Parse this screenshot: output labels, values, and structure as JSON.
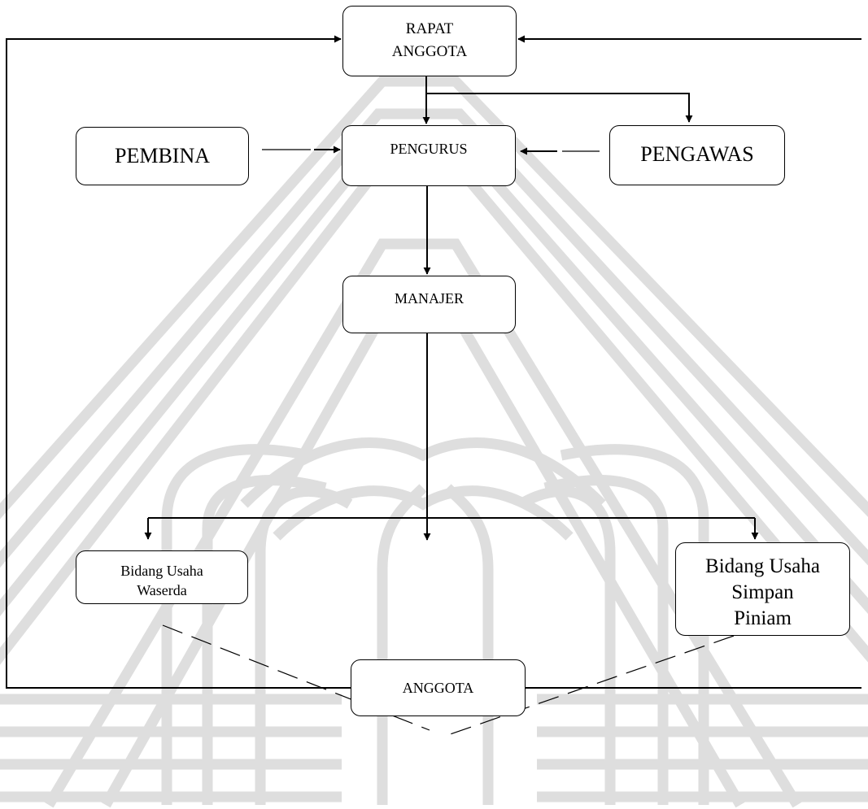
{
  "diagram": {
    "boxes": {
      "rapat_anggota": "RAPAT\nANGGOTA",
      "pembina": "PEMBINA",
      "pengurus": "PENGURUS",
      "pengawas": "PENGAWAS",
      "manajer": "MANAJER",
      "bidang_waserda": "Bidang Usaha\nWaserda",
      "bidang_simpan_pinjam": "Bidang Usaha\nSimpan\nPiniam",
      "anggota": "ANGGOTA"
    },
    "colors": {
      "line": "#000000",
      "watermark": "#dedede"
    }
  }
}
